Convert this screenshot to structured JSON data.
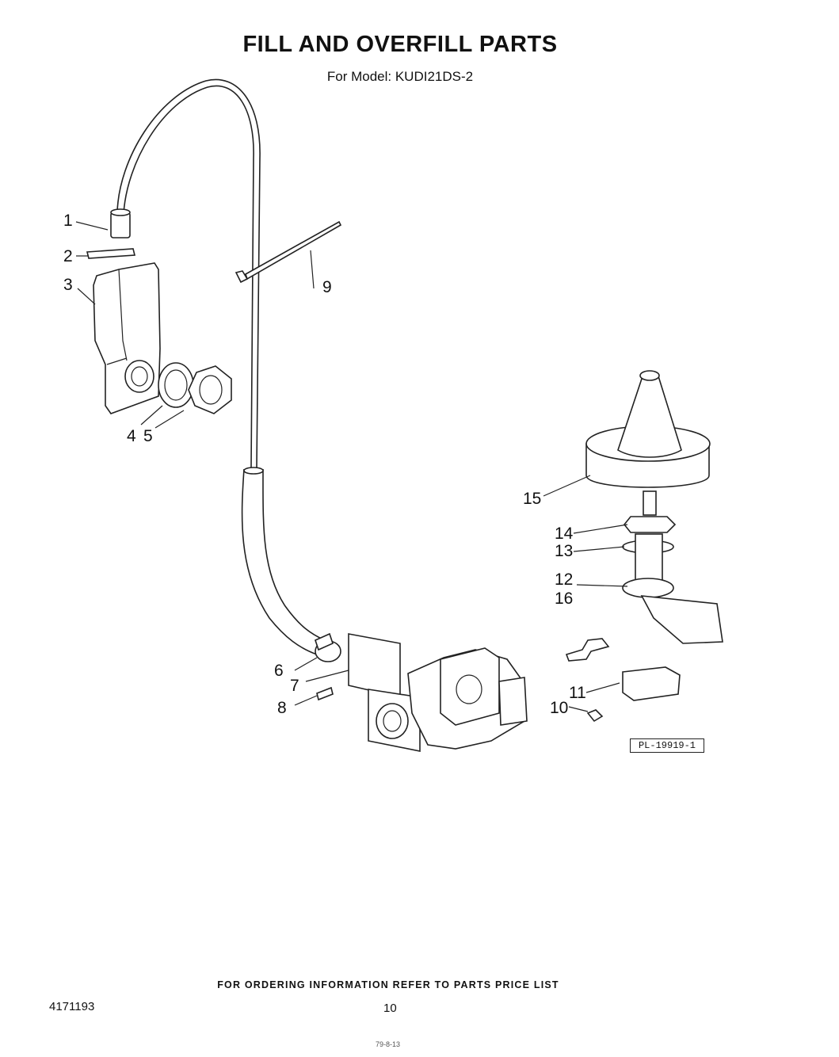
{
  "header": {
    "title": "FILL AND OVERFILL PARTS",
    "subtitle": "For Model: KUDI21DS-2"
  },
  "callouts": {
    "c1": "1",
    "c2": "2",
    "c3": "3",
    "c4": "4",
    "c5": "5",
    "c6": "6",
    "c7": "7",
    "c8": "8",
    "c9": "9",
    "c10": "10",
    "c11": "11",
    "c12": "12",
    "c13": "13",
    "c14": "14",
    "c15": "15",
    "c16": "16"
  },
  "diagram_ref": "PL-19919-1",
  "footer": {
    "note": "FOR ORDERING INFORMATION REFER TO PARTS PRICE LIST",
    "doc_number": "4171193",
    "page_number": "10",
    "stamp": "79-8-13"
  }
}
